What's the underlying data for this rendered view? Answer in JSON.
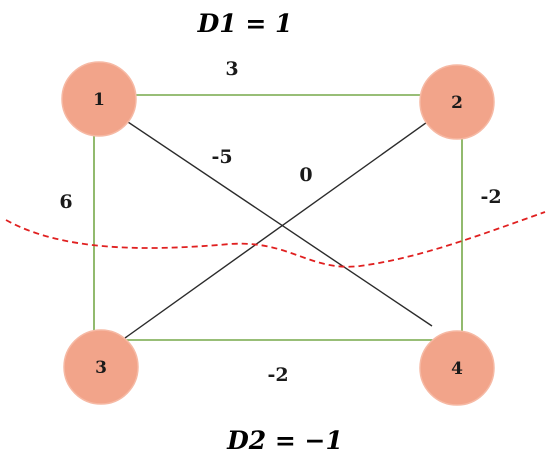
{
  "top_equation": "D1 = 1",
  "bottom_equation": "D2 = −1",
  "colors": {
    "node_fill": "#F2A48A",
    "node_edge_highlight": "#F6B9A4",
    "green_edge": "#77A94A",
    "dark_edge": "#2B2B2B",
    "cut_line": "#E02020"
  },
  "nodes": [
    {
      "id": "1",
      "label": "1"
    },
    {
      "id": "2",
      "label": "2"
    },
    {
      "id": "3",
      "label": "3"
    },
    {
      "id": "4",
      "label": "4"
    }
  ],
  "edges": [
    {
      "from": "1",
      "to": "2",
      "weight": "3",
      "style": "green"
    },
    {
      "from": "1",
      "to": "3",
      "weight": "6",
      "style": "green"
    },
    {
      "from": "2",
      "to": "4",
      "weight": "-2",
      "style": "green"
    },
    {
      "from": "3",
      "to": "4",
      "weight": "-2",
      "style": "green"
    },
    {
      "from": "1",
      "to": "4",
      "weight": "-5",
      "style": "dark"
    },
    {
      "from": "2",
      "to": "3",
      "weight": "0",
      "style": "dark"
    }
  ]
}
